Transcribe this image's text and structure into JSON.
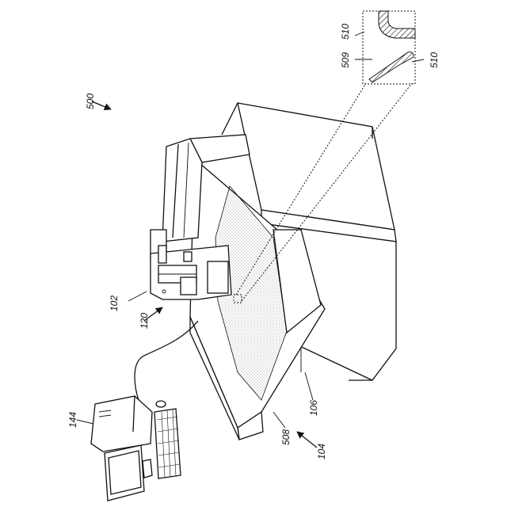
{
  "figure": {
    "reference_numerals": {
      "system": "500",
      "printer": "102",
      "printhead_carriage": "120",
      "computer": "144",
      "bed": "104",
      "print_area": "106",
      "substrate": "508",
      "inset_layer_a": "509",
      "inset_layer_top": "510",
      "inset_layer_right": "510"
    }
  }
}
